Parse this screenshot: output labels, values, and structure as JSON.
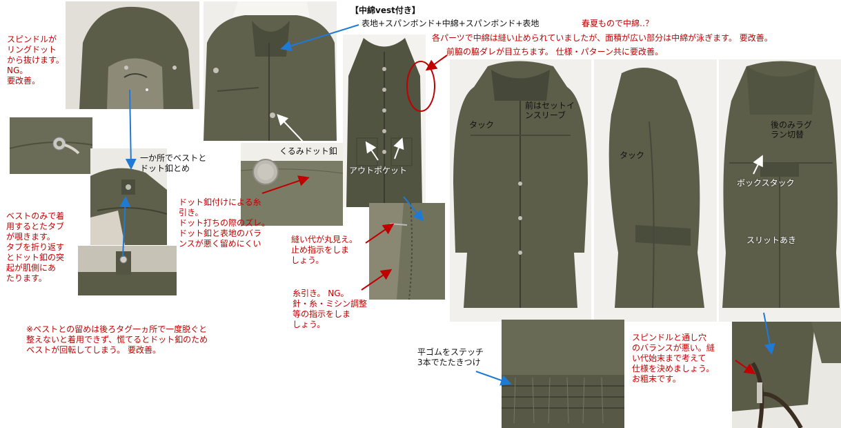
{
  "header": {
    "vest_title": "【中綿vest付き】",
    "layers": "表地+スパンボンド+中綿+スパンボンド+表地",
    "season_note": "春夏もので中綿‥？",
    "padding_note": "各パーツで中綿は縫い止められていましたが、面積が広い部分は中綿が泳ぎます。 要改善。",
    "side_note": "前脇の脇ダレが目立ちます。 仕様・パターン共に要改善。"
  },
  "notes": {
    "spindle_ring": "スピンドルが\nリングドット\nから抜けます。\nNG。\n要改善。",
    "one_point": "一か所でベストと\nドット釦とめ",
    "vest_only": "ベストのみで着\n用するとたタブ\nが覗きます。\nタブを折り返す\nとドット釦の突\n起が肌側にあ\nたります。",
    "covered_button": "くるみドット釦",
    "dot_button": "ドット釦付けによる糸\n引き。\nドット打ちの際のズレ。\nドット釦と表地のバラ\nンスが悪く留めにくい",
    "out_pocket": "アウトポケット",
    "seam_allowance": "縫い代が丸見え。\n止め指示をしま\nしょう。",
    "thread_pull": "糸引き。 NG。\n針・糸・ミシン調整\n等の指示をしま\nしょう。",
    "footnote": "※ベストとの留めは後ろタグ一ヵ所で一度脱ぐと\n整えないと着用できず、慌てるとドット釦のため\nベストが回転してしまう。 要改善。",
    "elastic": "平ゴムをステッチ\n3本でたたきつけ",
    "spindle_hole": "スピンドルと通し穴\nのバランスが悪い。縫\nい代始末まで考えて\n仕様を決めましょう。\nお粗末です。",
    "tuck_front": "タック",
    "set_in": "前はセットイ\nンスリーブ",
    "tuck_side": "タック",
    "raglan": "後のみラグ\nラン切替",
    "box_tuck": "ボックスタック",
    "slit": "スリットあき"
  },
  "colors": {
    "garment": "#5b5d48",
    "garment_dark": "#45473a",
    "garment_light": "#777a63",
    "red_text": "#c00000",
    "arrow_blue": "#1f7ad6",
    "arrow_red": "#c00000"
  }
}
